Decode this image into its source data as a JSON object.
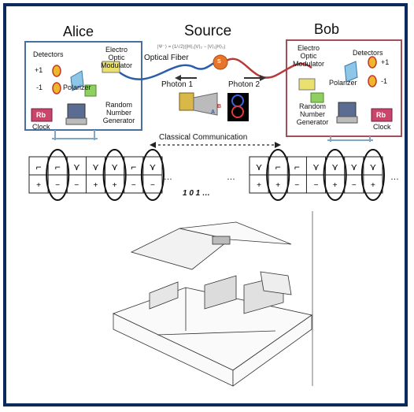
{
  "titles": {
    "alice": "Alice",
    "source": "Source",
    "bob": "Bob"
  },
  "alice": {
    "detectors": "Detectors",
    "plus1": "+1",
    "minus1": "-1",
    "polarizer": "Polarizer",
    "eom": [
      "Electro",
      "Optic",
      "Modulator"
    ],
    "rng": [
      "Random",
      "Number",
      "Generator"
    ],
    "rb": "Rb",
    "clock": "Clock"
  },
  "bob": {
    "detectors": "Detectors",
    "plus1": "+1",
    "minus1": "-1",
    "polarizer": "Polarizer",
    "eom": [
      "Electro",
      "Optic",
      "Modulator"
    ],
    "rng": [
      "Random",
      "Number",
      "Generator"
    ],
    "rb": "Rb",
    "clock": "Clock"
  },
  "source": {
    "equation": "|Ψ⁻⟩ = (1/√2)(|H⟩₁|V⟩₂ − |V⟩₁|H⟩₂)",
    "optical_fiber": "Optical Fiber",
    "s_label": "S",
    "photon1": "Photon 1",
    "photon2": "Photon 2",
    "crystal_a": "A",
    "crystal_b": "B"
  },
  "classical": "Classical Communication",
  "bits": "1 0 1 …",
  "alice_table": {
    "top": [
      "⌐",
      "⌐",
      "⋎",
      "⋎",
      "⋎",
      "⌐",
      "⋎"
    ],
    "bottom": [
      "+",
      "−",
      "−",
      "+",
      "+",
      "−",
      "−"
    ],
    "circled": [
      1,
      4,
      6
    ]
  },
  "bob_table": {
    "top": [
      "⋎",
      "⌐",
      "⌐",
      "⋎",
      "⋎",
      "⋎",
      "⋎"
    ],
    "bottom": [
      "+",
      "+",
      "−",
      "−",
      "+",
      "−",
      "+"
    ],
    "circled": [
      1,
      4,
      6
    ]
  },
  "ellipsis": "…",
  "colors": {
    "frame": "#0b2a5c",
    "alice_box": "#4a6ea0",
    "bob_box": "#a44e55",
    "fiber_blue": "#2b5da8",
    "fiber_red": "#b53a3a"
  }
}
